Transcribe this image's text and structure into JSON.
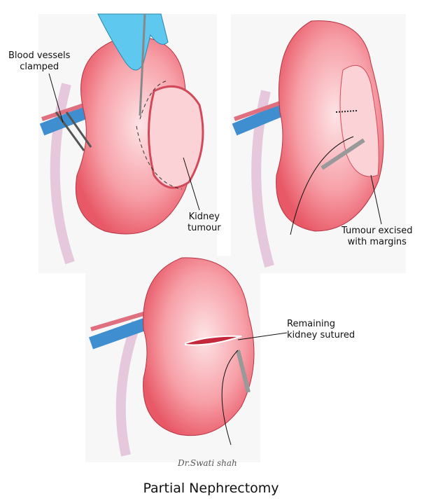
{
  "title": "Partial Nephrectomy",
  "signature": "Dr.Swati shah",
  "labels": {
    "vessels_line1": "Blood vessels",
    "vessels_line2": "clamped",
    "tumour_line1": "Kidney",
    "tumour_line2": "tumour",
    "excised_line1": "Tumour excised",
    "excised_line2": "with margins",
    "sutured_line1": "Remaining",
    "sutured_line2": "kidney sutured"
  },
  "colors": {
    "kidney": "#f0707c",
    "kidney_light": "#fbd3d6",
    "vein": "#3f8fd0",
    "glove": "#5ec8ee",
    "ureter": "#e6c8dc"
  }
}
